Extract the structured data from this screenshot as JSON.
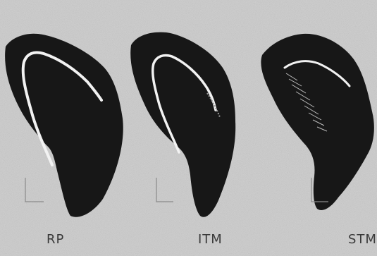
{
  "figure": {
    "panels": [
      {
        "label": "RP",
        "profile": "continuous-gap"
      },
      {
        "label": "ITM",
        "profile": "partially-filled-gap"
      },
      {
        "label": "STM",
        "profile": "filled-gap"
      }
    ],
    "colors": {
      "background": "#cfcfcf",
      "tissue": "#171717",
      "gap": "#f2f2f2",
      "label": "#3a3a3a",
      "scale_mark": "#8a8a8a"
    }
  }
}
